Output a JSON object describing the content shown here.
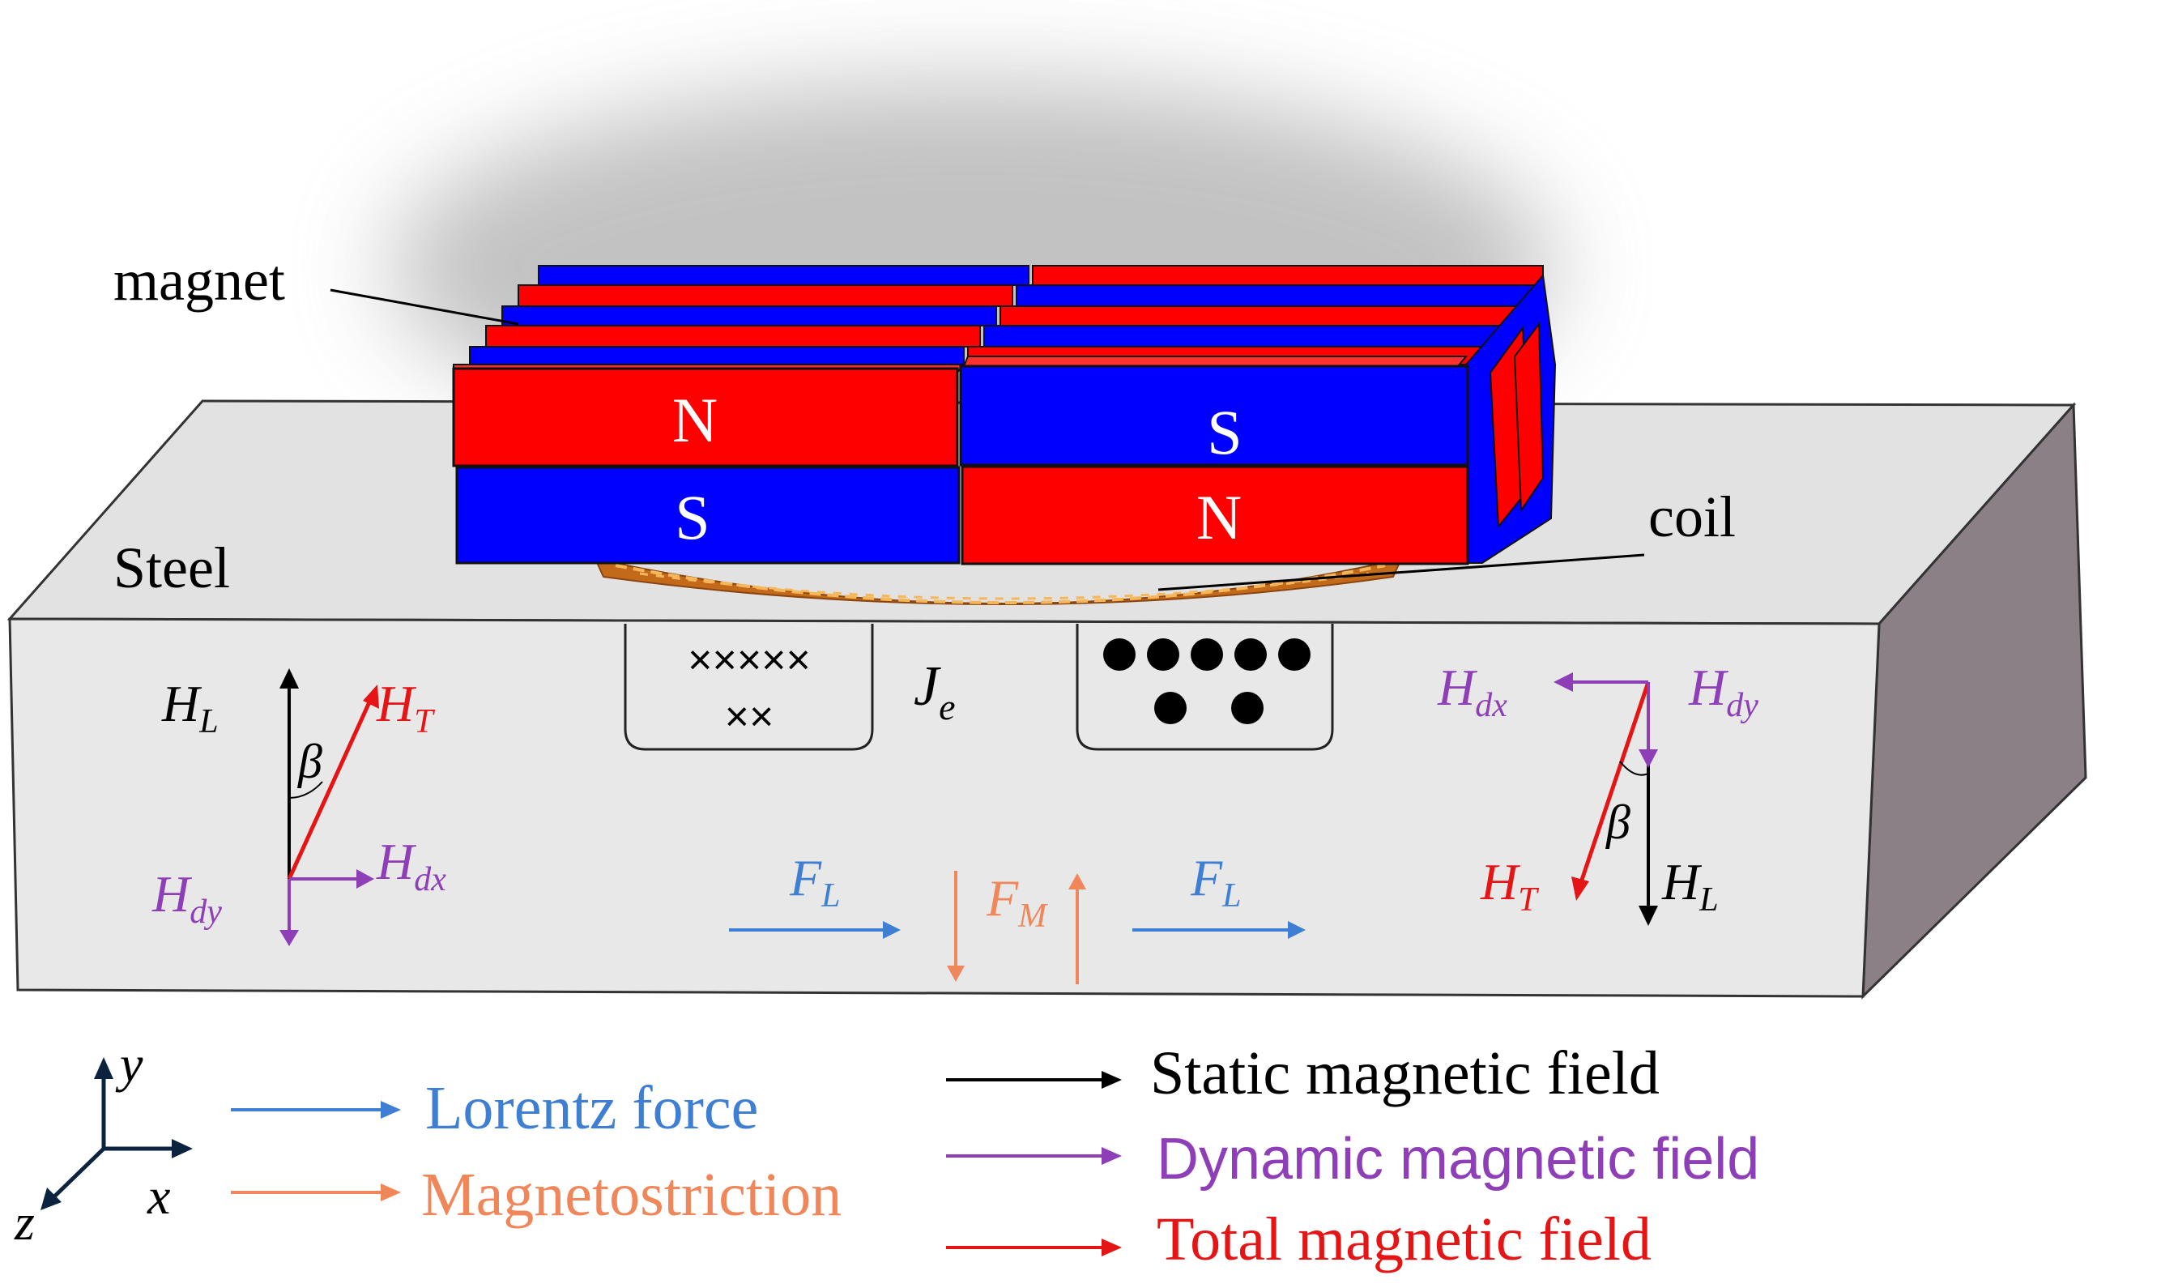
{
  "labels": {
    "magnet": "magnet",
    "steel": "Steel",
    "coil": "coil",
    "current_sym": "J",
    "current_sub": "e",
    "crosses_top": "×××××",
    "crosses_bottom": "××",
    "pole_N": "N",
    "pole_S": "S"
  },
  "field_symbols": {
    "H": "H",
    "L": "L",
    "T": "T",
    "dx": "dx",
    "dy": "dy",
    "beta": "β",
    "F": "F",
    "M": "M"
  },
  "axes": {
    "x": "x",
    "y": "y",
    "z": "z"
  },
  "legend": {
    "lorentz": "Lorentz force",
    "magnetostriction": "Magnetostriction",
    "static": "Static magnetic field",
    "dynamic": "Dynamic magnetic field",
    "total": "Total magnetic field"
  },
  "colors": {
    "lorentz": "#3e7fd4",
    "magnetostriction": "#f0875a",
    "static": "#000000",
    "dynamic": "#8e3fb8",
    "total": "#e51515",
    "magnet_red": "#ff0000",
    "magnet_blue": "#0000ff",
    "steel_front": "#e8e8e8",
    "steel_top": "#e2e2e2",
    "steel_side": "#8c8087",
    "coil": "#d98a2a"
  }
}
